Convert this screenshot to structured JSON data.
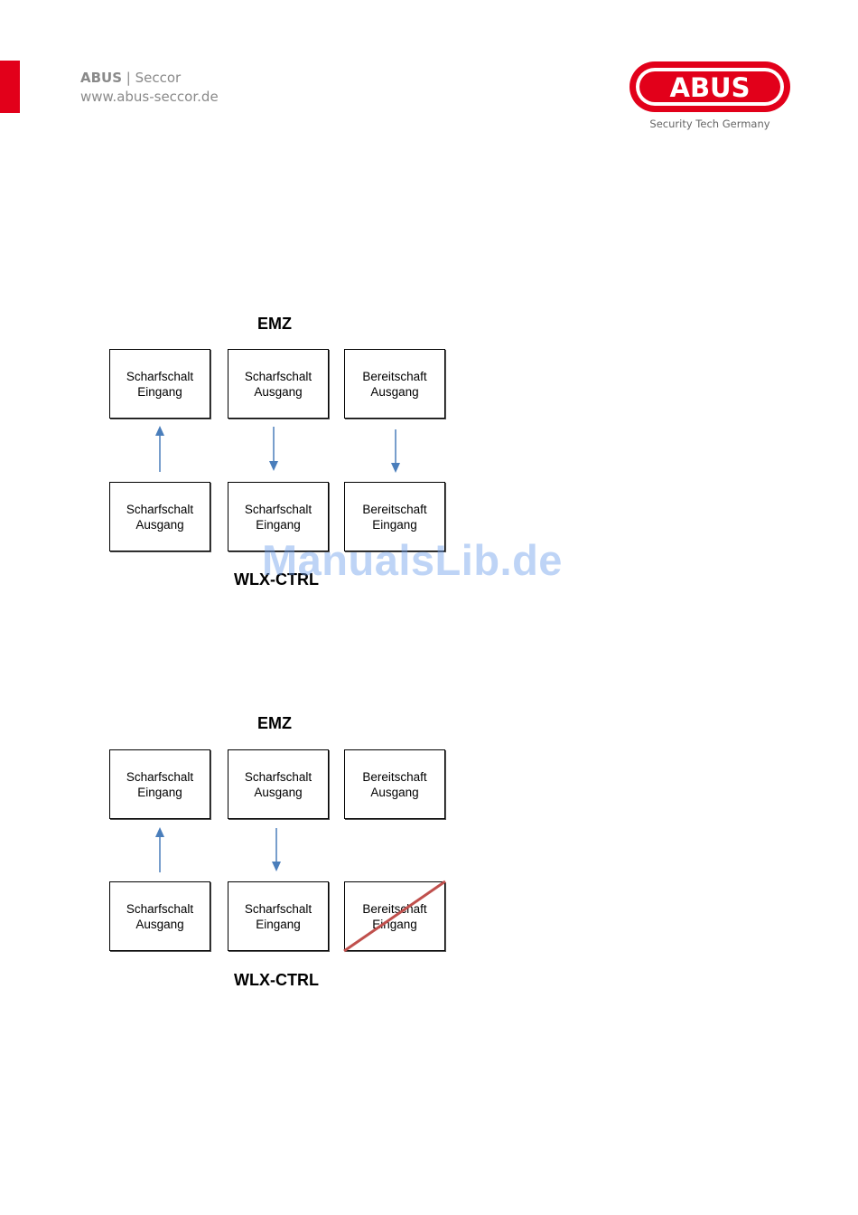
{
  "header": {
    "brand_bold": "ABUS",
    "brand_sep": " | ",
    "brand_name": "Seccor",
    "url": "www.abus-seccor.de",
    "logo_text": "ABUS",
    "logo_tagline": "Security Tech Germany",
    "accent_color": "#e2001a"
  },
  "diagram1": {
    "top_label": "EMZ",
    "bottom_label": "WLX-CTRL",
    "top_boxes": [
      {
        "line1": "Scharfschalt",
        "line2": "Eingang"
      },
      {
        "line1": "Scharfschalt",
        "line2": "Ausgang"
      },
      {
        "line1": "Bereitschaft",
        "line2": "Ausgang"
      }
    ],
    "bottom_boxes": [
      {
        "line1": "Scharfschalt",
        "line2": "Ausgang"
      },
      {
        "line1": "Scharfschalt",
        "line2": "Eingang"
      },
      {
        "line1": "Bereitschaft",
        "line2": "Eingang"
      }
    ]
  },
  "diagram2": {
    "top_label": "EMZ",
    "bottom_label": "WLX-CTRL",
    "top_boxes": [
      {
        "line1": "Scharfschalt",
        "line2": "Eingang"
      },
      {
        "line1": "Scharfschalt",
        "line2": "Ausgang"
      },
      {
        "line1": "Bereitschaft",
        "line2": "Ausgang"
      }
    ],
    "bottom_boxes": [
      {
        "line1": "Scharfschalt",
        "line2": "Ausgang"
      },
      {
        "line1": "Scharfschalt",
        "line2": "Eingang"
      },
      {
        "line1": "Bereitschaft",
        "line2": "Eingang"
      }
    ]
  },
  "watermark": "ManualsLib.de"
}
